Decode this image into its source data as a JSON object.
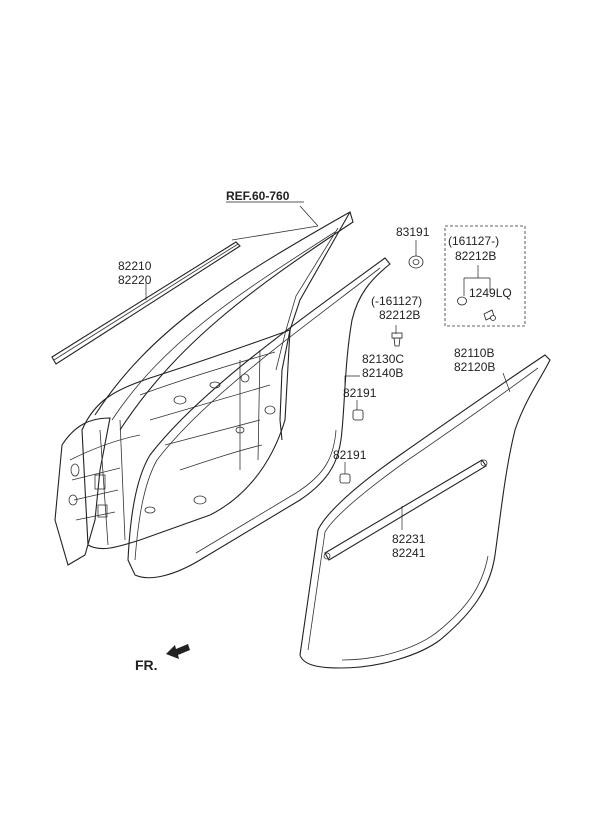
{
  "diagram": {
    "ref_label": "REF.60-760",
    "direction_label": "FR.",
    "callouts": {
      "weatherstrip_outer": [
        "82210",
        "82220"
      ],
      "clip_83191": [
        "83191"
      ],
      "box_date": [
        "(161127-)"
      ],
      "box_part": [
        "82212B"
      ],
      "box_screw": [
        "1249LQ"
      ],
      "clip_prev": [
        "(-161127)",
        "82212B"
      ],
      "body_seal": [
        "82130C",
        "82140B"
      ],
      "plug_upper": [
        "82191"
      ],
      "plug_lower": [
        "82191"
      ],
      "door_seal": [
        "82110B",
        "82120B"
      ],
      "inner_strip": [
        "82231",
        "82241"
      ]
    }
  }
}
